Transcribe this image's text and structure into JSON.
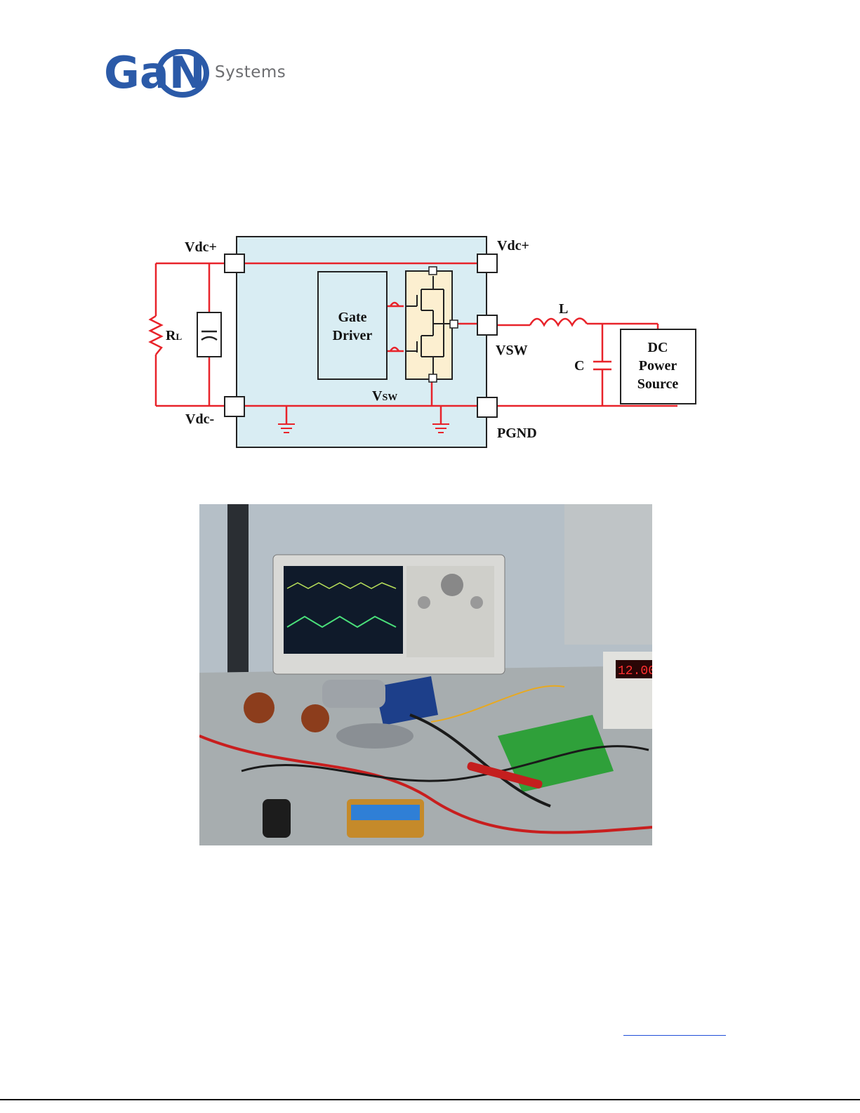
{
  "logo": {
    "wordmark": "GaN",
    "subtitle": "Systems",
    "primary_color": "#2b5aa8"
  },
  "schematic": {
    "labels": {
      "vdc_plus_left": "Vdc+",
      "vdc_plus_right": "Vdc+",
      "vdc_minus": "Vdc-",
      "rl_main": "R",
      "rl_sub": "L",
      "gate_driver_line1": "Gate",
      "gate_driver_line2": "Driver",
      "vsw_node": "VSW",
      "vsw_inner_main": "V",
      "vsw_inner_sub": "SW",
      "inductor": "L",
      "capacitor": "C",
      "pgnd": "PGND",
      "dc_source_line1": "DC",
      "dc_source_line2": "Power",
      "dc_source_line3": "Source"
    },
    "colors": {
      "wire": "#e8232a",
      "board": "#d9edf3",
      "switch_block": "#fcefd0"
    }
  },
  "footer": {
    "link_text": ""
  }
}
